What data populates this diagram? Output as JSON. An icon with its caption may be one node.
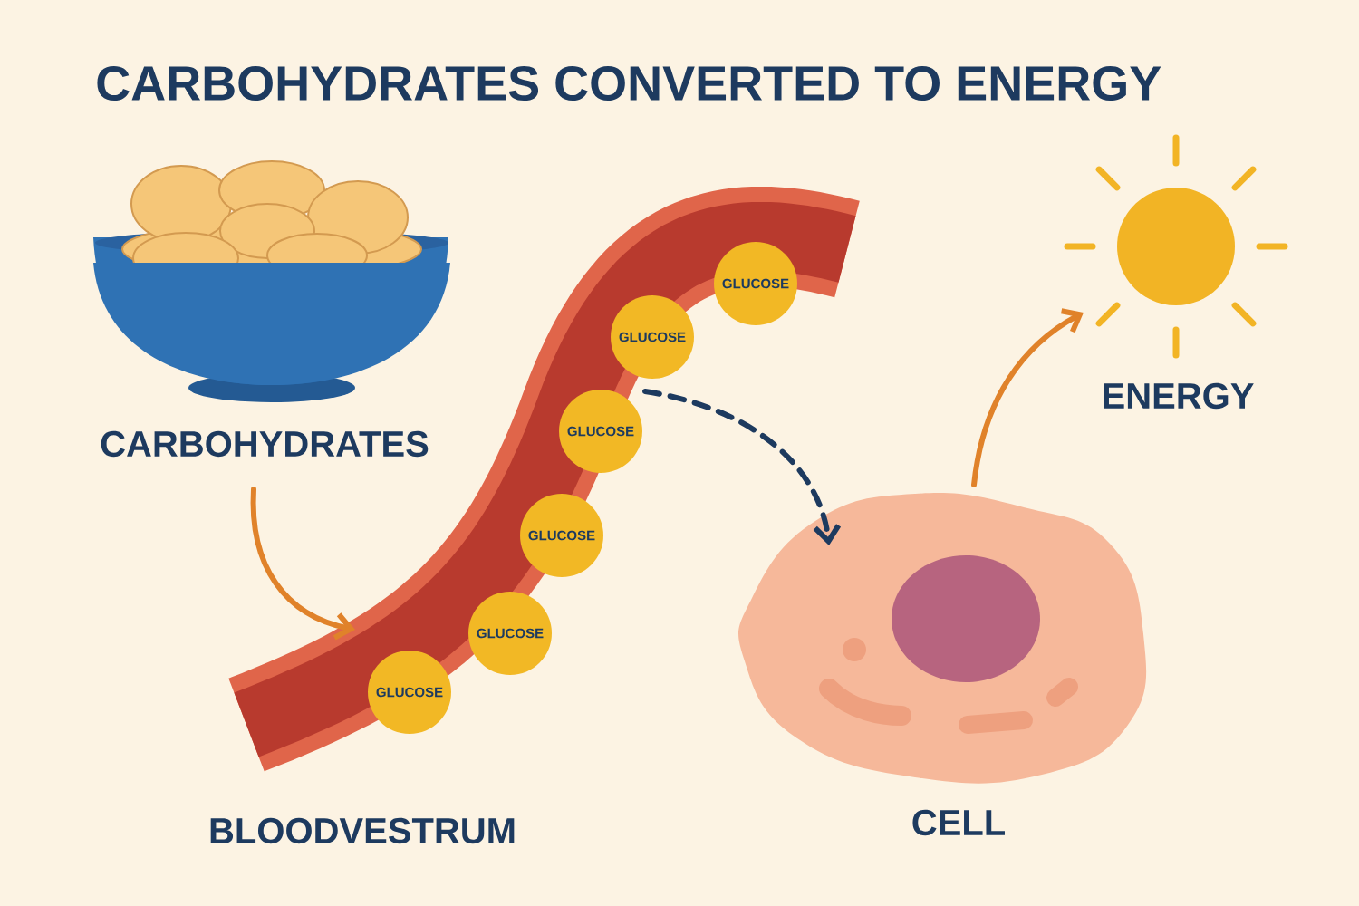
{
  "diagram": {
    "title": "CARBOHYDRATES CONVERTED TO ENERGY",
    "nodes": [
      {
        "text": [
          "CARBOHYDRATES"
        ]
      },
      {
        "text": [
          "BLOODVESTRUM"
        ]
      },
      {
        "text": [
          "GLUCOSE"
        ],
        "in": 1
      },
      {
        "text": [
          "GLUCOSE"
        ],
        "in": 1
      },
      {
        "text": [
          "GLUCOSE"
        ],
        "in": 1
      },
      {
        "text": [
          "GLUCOSE"
        ],
        "in": 1
      },
      {
        "text": [
          "GLUCOSE"
        ],
        "in": 1
      },
      {
        "text": [
          "GLUCOSE"
        ],
        "in": 1
      },
      {
        "text": [
          "CELL"
        ]
      },
      {
        "text": [
          "ENERGY"
        ]
      }
    ],
    "edges": [
      {
        "from": 0,
        "to": 1,
        "arrow": "to"
      },
      {
        "from": 1,
        "to": 8,
        "arrow": "to",
        "style": "dashed",
        "color": "#1d3a5f"
      },
      {
        "from": 8,
        "to": 9,
        "arrow": "to"
      }
    ]
  }
}
